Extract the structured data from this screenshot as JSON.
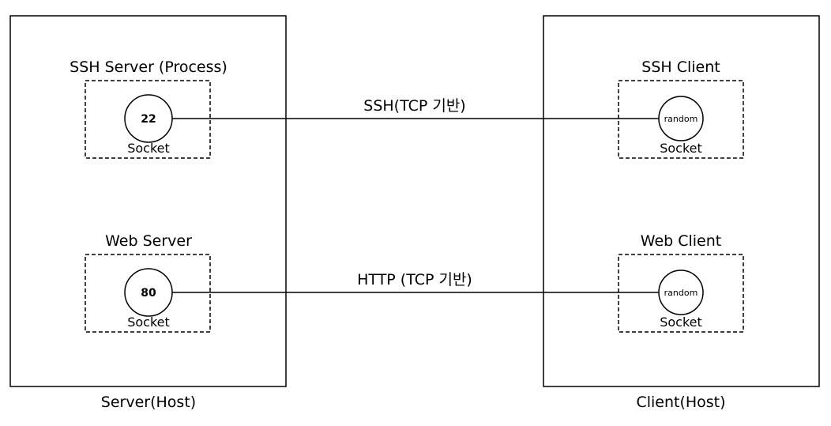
{
  "server_host": {
    "label": "Server(Host)",
    "ssh": {
      "title": "SSH Server (Process)",
      "port": "22",
      "socket_label": "Socket"
    },
    "web": {
      "title": "Web Server",
      "port": "80",
      "socket_label": "Socket"
    }
  },
  "client_host": {
    "label": "Client(Host)",
    "ssh": {
      "title": "SSH Client",
      "port": "random",
      "socket_label": "Socket"
    },
    "web": {
      "title": "Web Client",
      "port": "random",
      "socket_label": "Socket"
    }
  },
  "connections": {
    "ssh": "SSH(TCP 기반)",
    "http": "HTTP (TCP 기반)"
  }
}
